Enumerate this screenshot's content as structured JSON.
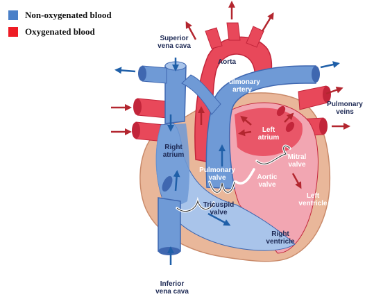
{
  "legend": [
    {
      "label": "Non-oxygenated blood",
      "color": "#4a80c8"
    },
    {
      "label": "Oxygenated blood",
      "color": "#ee1c25"
    }
  ],
  "labels": {
    "superior_vena_cava": [
      "Superior",
      "vena cava"
    ],
    "aorta": [
      "Aorta"
    ],
    "pulmonary_artery": [
      "Pulmonary",
      "artery"
    ],
    "pulmonary_veins": [
      "Pulmonary",
      "veins"
    ],
    "left_atrium": [
      "Left",
      "atrium"
    ],
    "right_atrium": [
      "Right",
      "atrium"
    ],
    "pulmonary_valve": [
      "Pulmonary",
      "valve"
    ],
    "mitral_valve": [
      "Mitral",
      "valve"
    ],
    "aortic_valve": [
      "Aortic",
      "valve"
    ],
    "left_ventricle": [
      "Left",
      "ventricle"
    ],
    "tricuspid_valve": [
      "Tricuspid",
      "valve"
    ],
    "right_ventricle": [
      "Right",
      "ventricle"
    ],
    "inferior_vena_cava": [
      "Inferior",
      "vena cava"
    ]
  },
  "colors": {
    "blue_fill": "#6f9ad6",
    "blue_dark": "#3f67b0",
    "blue_light": "#a9c4ea",
    "red_fill": "#e8485a",
    "red_dark": "#c2253a",
    "pink_light": "#f2a6b2",
    "wall": "#e9b79a",
    "wall_dark": "#c98a6a",
    "arrow_blue": "#1f5fa8",
    "arrow_red": "#b3262f",
    "label_dark": "#1e2a55",
    "label_light": "#ffffff"
  }
}
